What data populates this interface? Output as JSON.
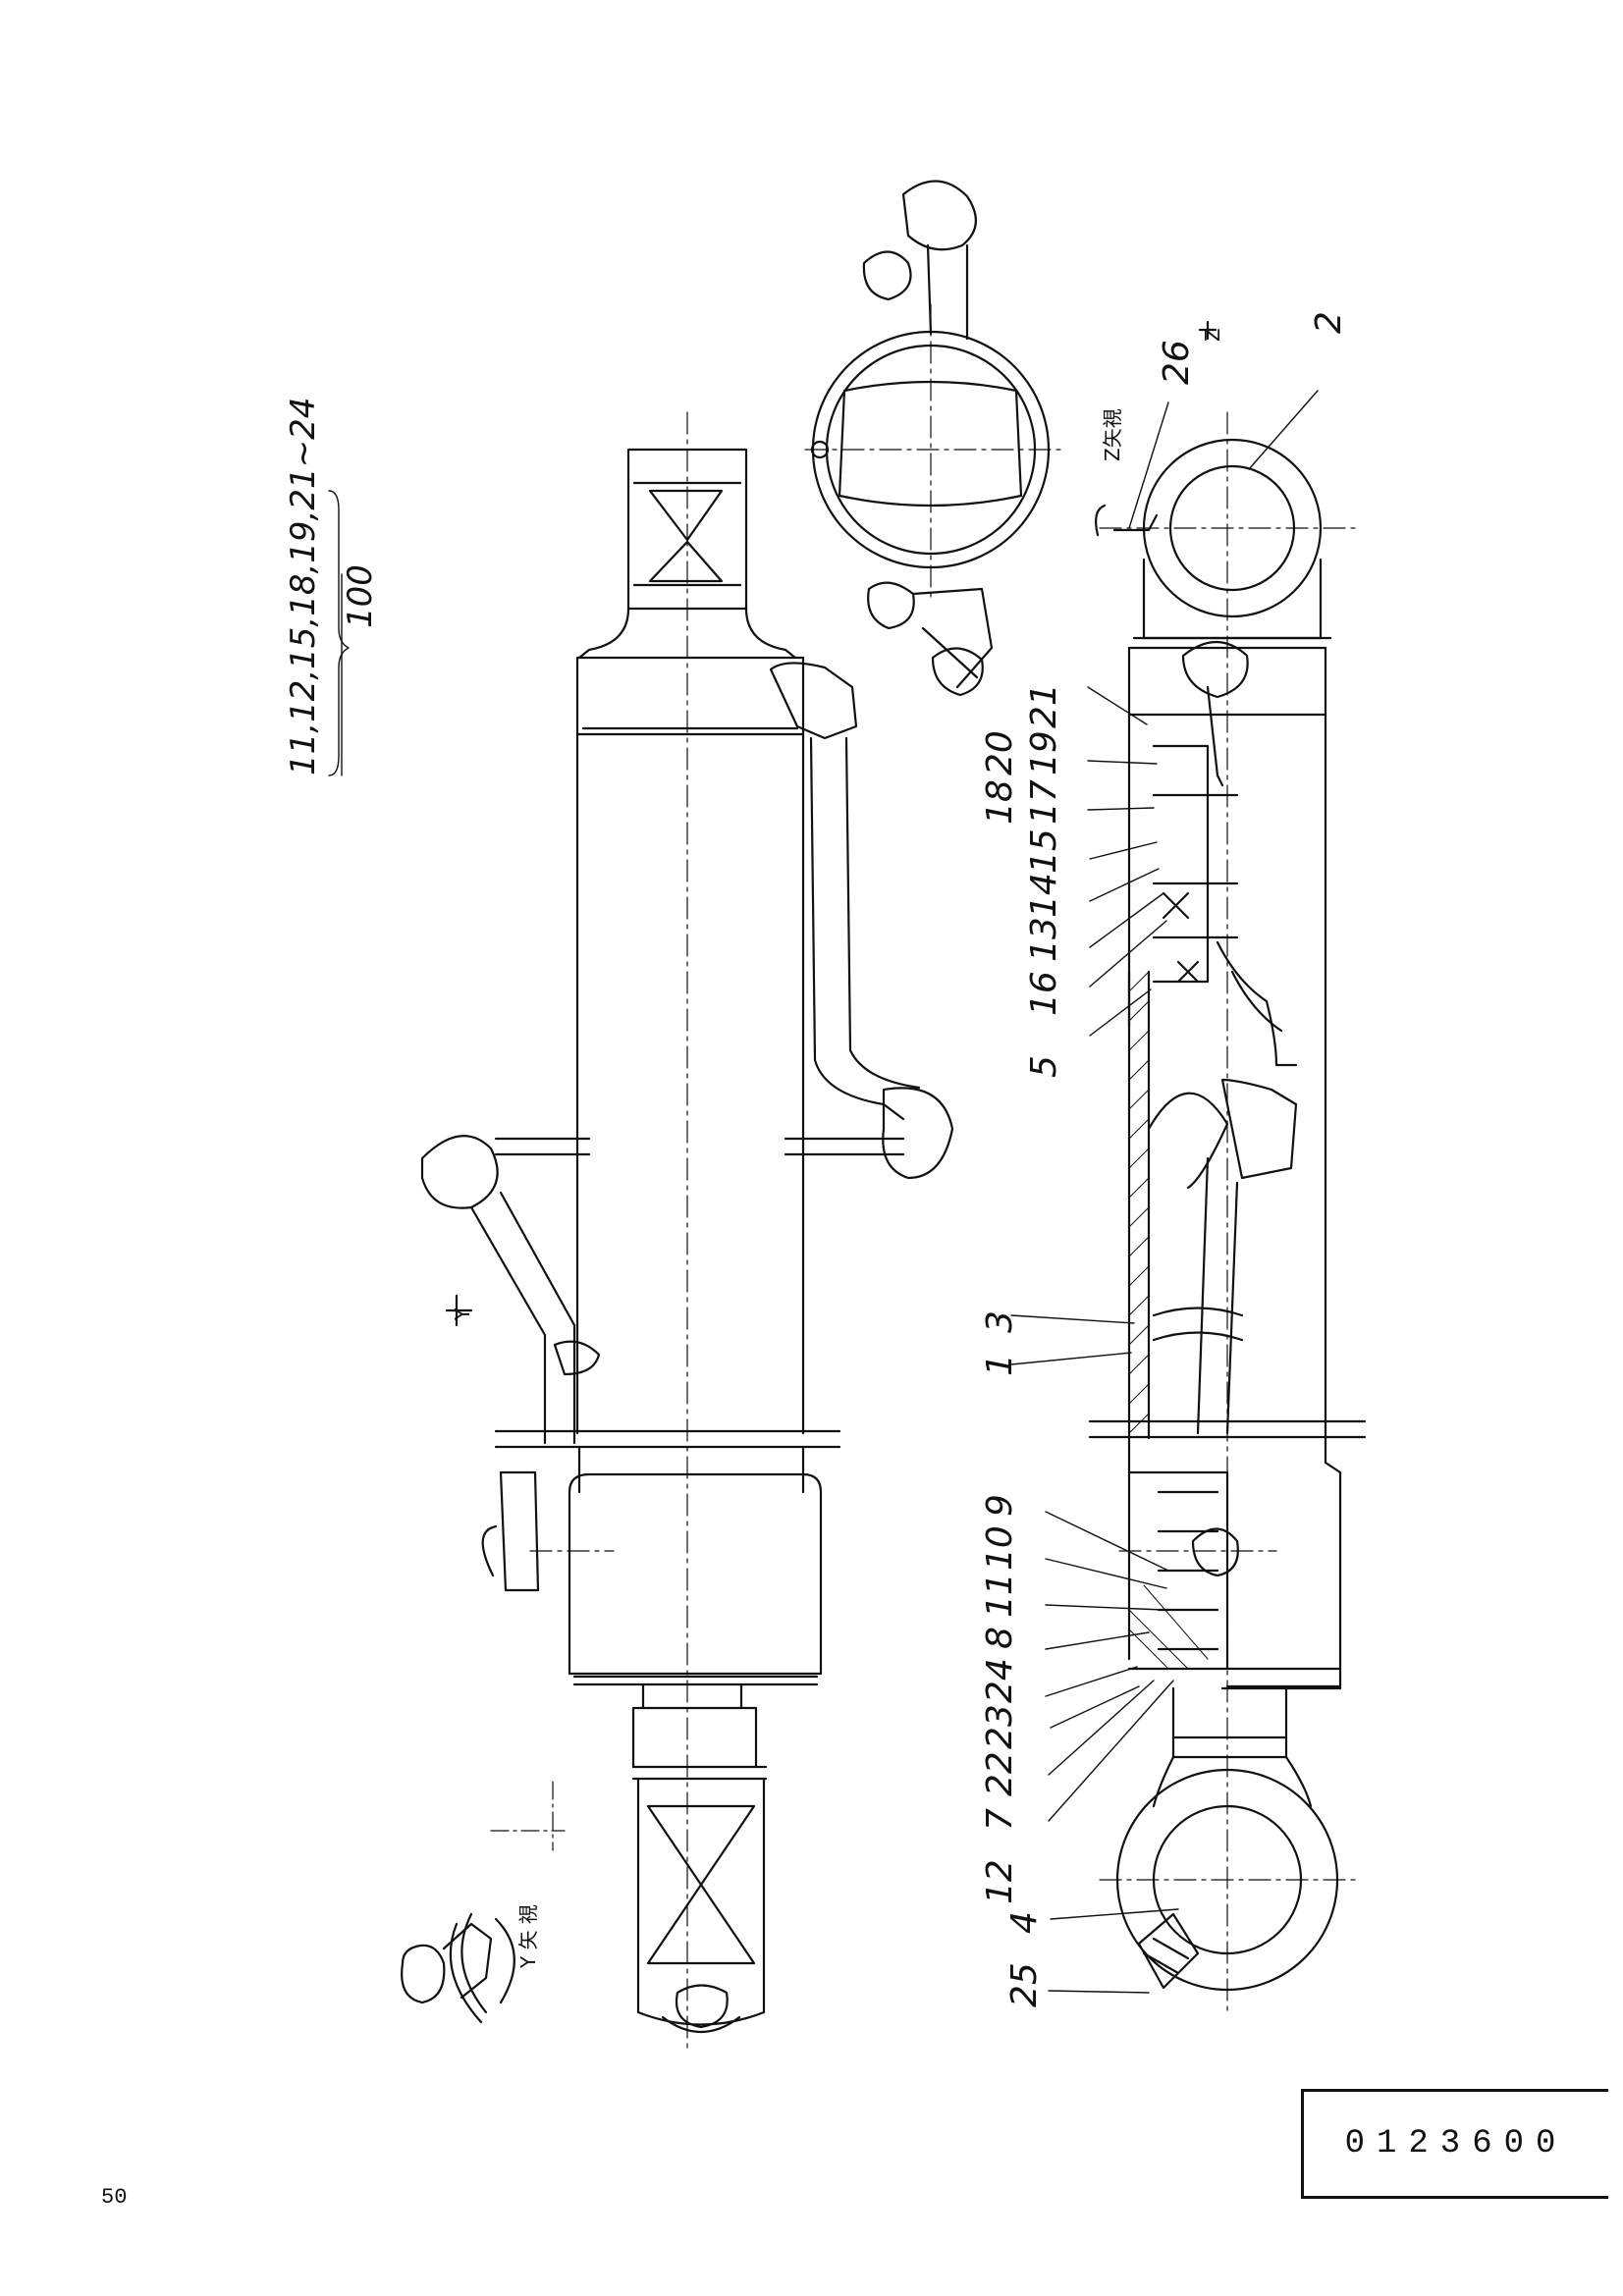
{
  "drawing": {
    "part_callouts": [
      "2",
      "26",
      "21",
      "20",
      "19",
      "18",
      "17",
      "15",
      "14",
      "13",
      "16",
      "5",
      "3",
      "1",
      "9",
      "10",
      "11",
      "8",
      "24",
      "23",
      "22",
      "7",
      "12",
      "4",
      "25"
    ],
    "note_numerator": "11,12,15,18,19,21~24",
    "note_denominator": "100",
    "view_y_marker": "Y",
    "view_y_label": "Y 矢 視",
    "view_z_marker": "Z",
    "view_z_label": "Z矢視"
  },
  "footer": {
    "page_number": "50",
    "drawing_code": "0123600"
  }
}
